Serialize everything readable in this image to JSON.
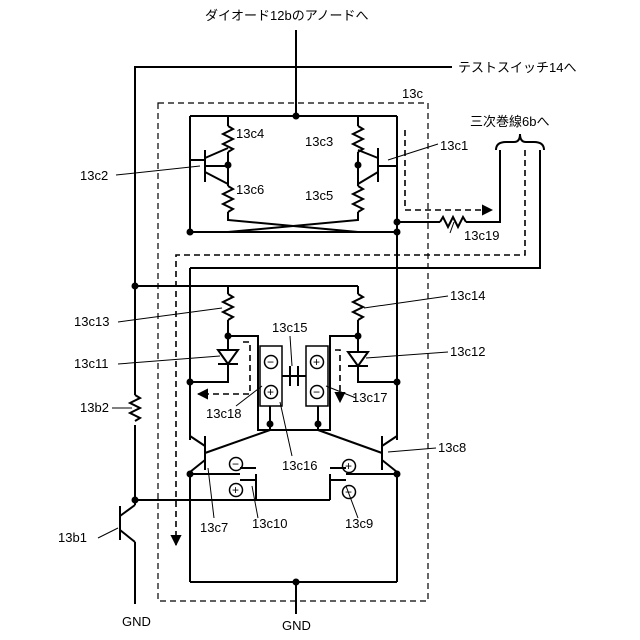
{
  "texts": {
    "to_diode_anode": "ダイオード12bのアノードへ",
    "to_test_switch": "テストスイッチ14へ",
    "to_tertiary_winding": "三次巻線6bへ",
    "block_label": "13c",
    "gnd_left": "GND",
    "gnd_bottom": "GND"
  },
  "components": {
    "c1": "13c1",
    "c2": "13c2",
    "c3": "13c3",
    "c4": "13c4",
    "c5": "13c5",
    "c6": "13c6",
    "c7": "13c7",
    "c8": "13c8",
    "c9": "13c9",
    "c10": "13c10",
    "c11": "13c11",
    "c12": "13c12",
    "c13": "13c13",
    "c14": "13c14",
    "c15": "13c15",
    "c16": "13c16",
    "c17": "13c17",
    "c18": "13c18",
    "c19": "13c19",
    "b1": "13b1",
    "b2": "13b2"
  },
  "polarity": {
    "plus": "+",
    "minus": "−"
  }
}
